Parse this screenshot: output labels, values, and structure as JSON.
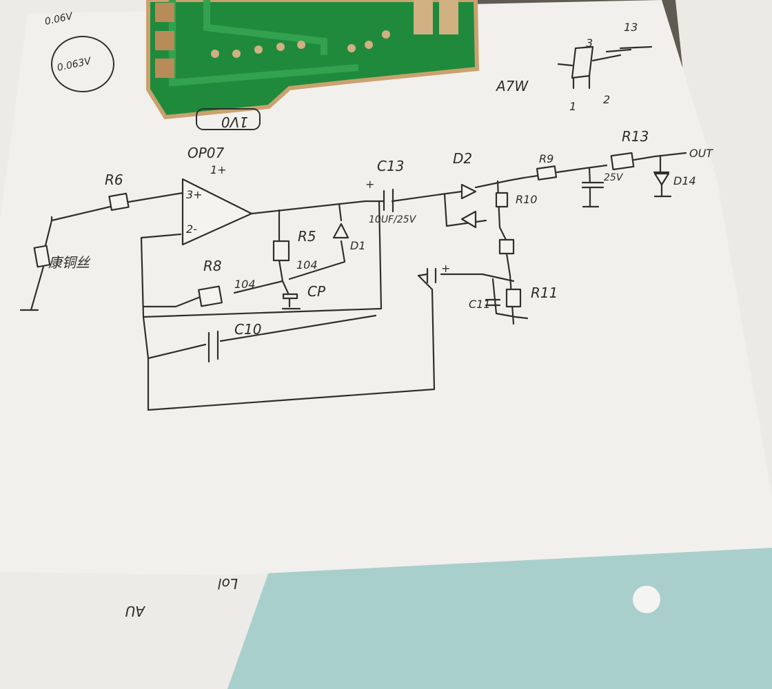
{
  "colors": {
    "paper": "#f2f0ec",
    "pcb": "#1f8a3c",
    "ink": "#2e2e2e",
    "table": "#5f5b52",
    "teal": "#a9cfcc"
  },
  "schematic": {
    "opamp": "OP07",
    "opamp_pin1": "1+",
    "opamp_pin3": "3+",
    "opamp_pin2": "2-",
    "r6": "R6",
    "sensor": "康铜丝",
    "r8": "R8",
    "r8_value": "104",
    "r5": "R5",
    "r5_value": "104",
    "d1": "D1",
    "cp": "CP",
    "c10": "C10",
    "c13": "C13",
    "c13_value": "10UF/25V",
    "d2": "D2",
    "r10": "R10",
    "r11": "R11",
    "c11": "C11",
    "r9": "R9",
    "r13": "R13",
    "cap_value": "25V",
    "d14": "D14",
    "out": "OUT",
    "plus": "+"
  },
  "side_notes": {
    "ic_label": "A7W",
    "ic_pin1": "1",
    "ic_pin2": "2",
    "ic_pin3": "3",
    "top_pin": "13",
    "top_left_1": "0.06V",
    "top_left_2": "0.063V",
    "pcb_tag": "1V0",
    "bottom_note_1": "AU",
    "bottom_note_2": "Lol"
  }
}
